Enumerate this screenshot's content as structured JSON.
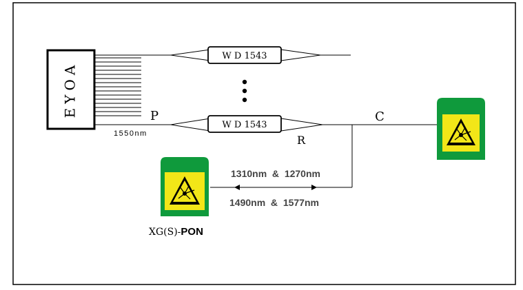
{
  "edfa": {
    "label": "EYOA"
  },
  "wdm": {
    "top_label": "W D 1543",
    "bottom_label": "W D 1543"
  },
  "ports": {
    "p": "P",
    "c": "C",
    "r": "R"
  },
  "pump_wavelength": "1550nm",
  "wavelengths": {
    "upper": "1310nm  &  1270nm",
    "lower": "1490nm  &  1577nm"
  },
  "olt": {
    "prefix": "XG(S)-",
    "suffix": "PON"
  },
  "colors": {
    "module_green": "#0f9a3c",
    "laser_yellow": "#f2e618",
    "line": "#000000"
  },
  "icons": {
    "laser_warning": "laser-warning-icon"
  }
}
